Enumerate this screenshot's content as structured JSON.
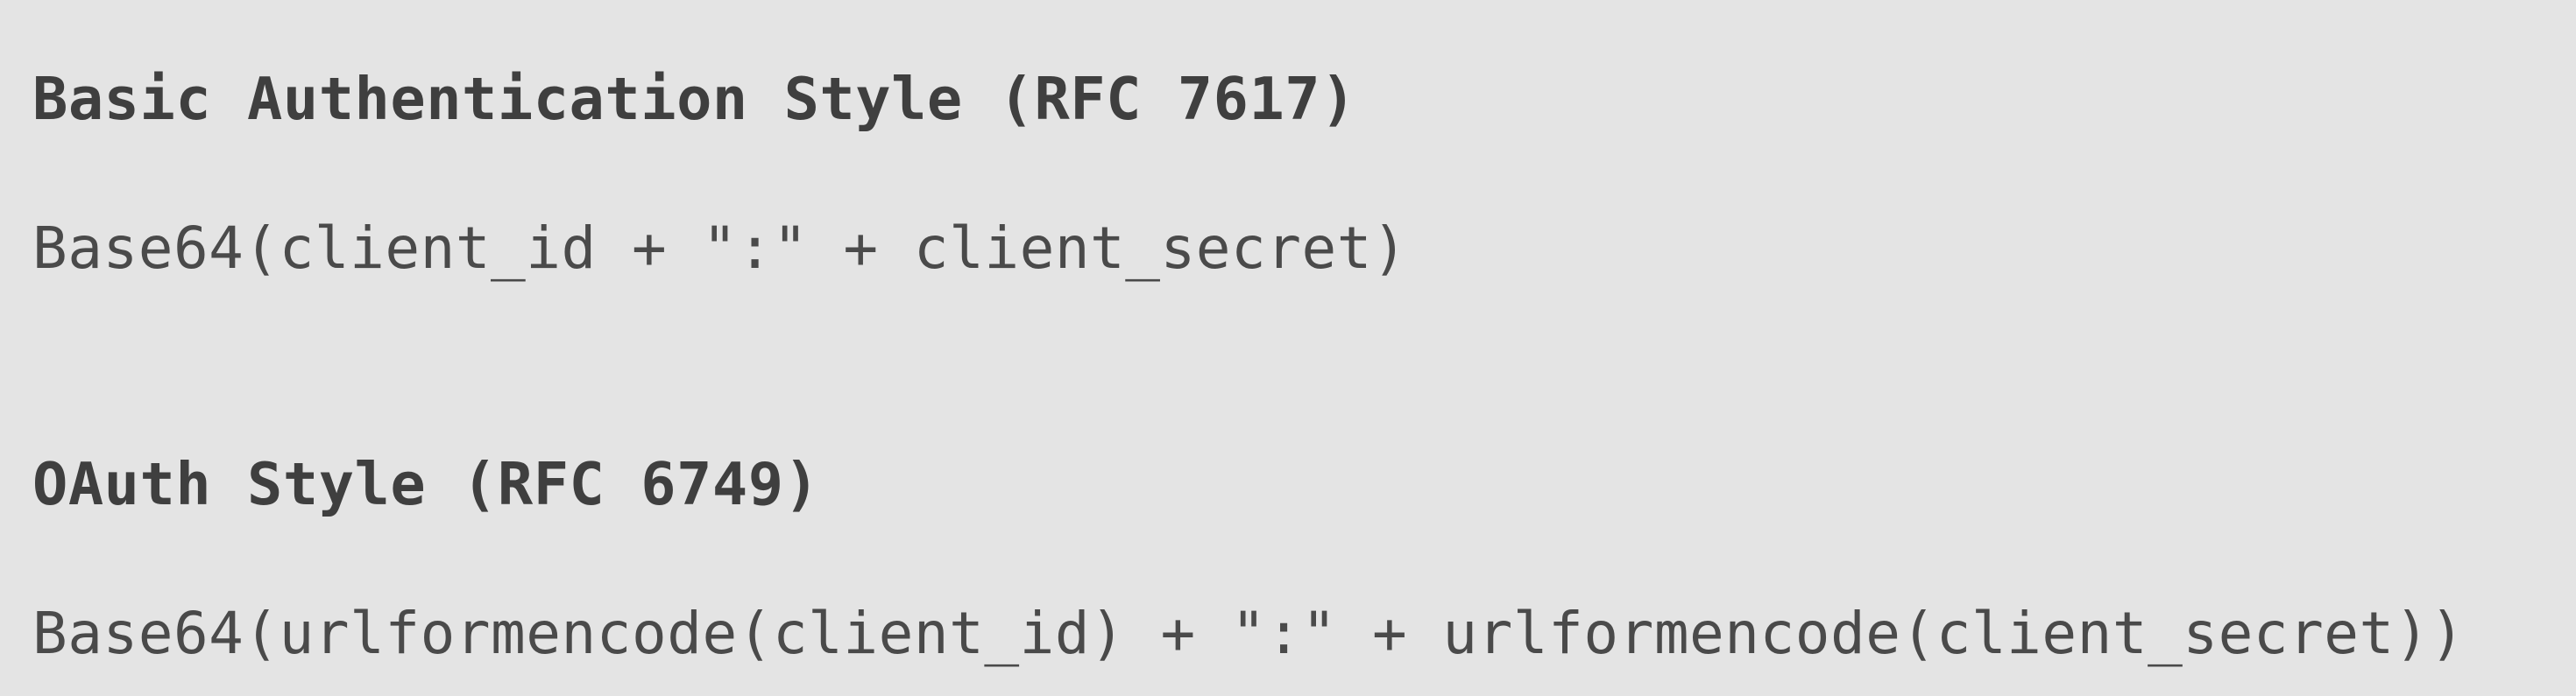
{
  "sections": [
    {
      "heading": "Basic Authentication Style (RFC 7617)",
      "code": "Base64(client_id + \":\" + client_secret)"
    },
    {
      "heading": "OAuth Style (RFC 6749)",
      "code": "Base64(urlformencode(client_id) + \":\" + urlformencode(client_secret))"
    }
  ]
}
